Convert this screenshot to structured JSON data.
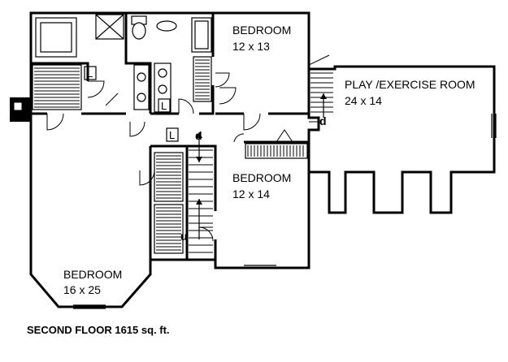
{
  "rooms": {
    "bedroom_top": {
      "name": "BEDROOM",
      "size": "12 x 13"
    },
    "play_room": {
      "name": "PLAY /EXERCISE ROOM",
      "size": "24 x 14"
    },
    "bedroom_mid": {
      "name": "BEDROOM",
      "size": "12 x 14"
    },
    "bedroom_large": {
      "name": "BEDROOM",
      "size": "16 x 25"
    }
  },
  "marks": {
    "linen_1": "L",
    "linen_2": "L",
    "linen_3": "L",
    "stair_down_1": "d",
    "stair_down_2": "d",
    "stair_up": "u"
  },
  "caption": "SECOND FLOOR  1615  sq. ft."
}
